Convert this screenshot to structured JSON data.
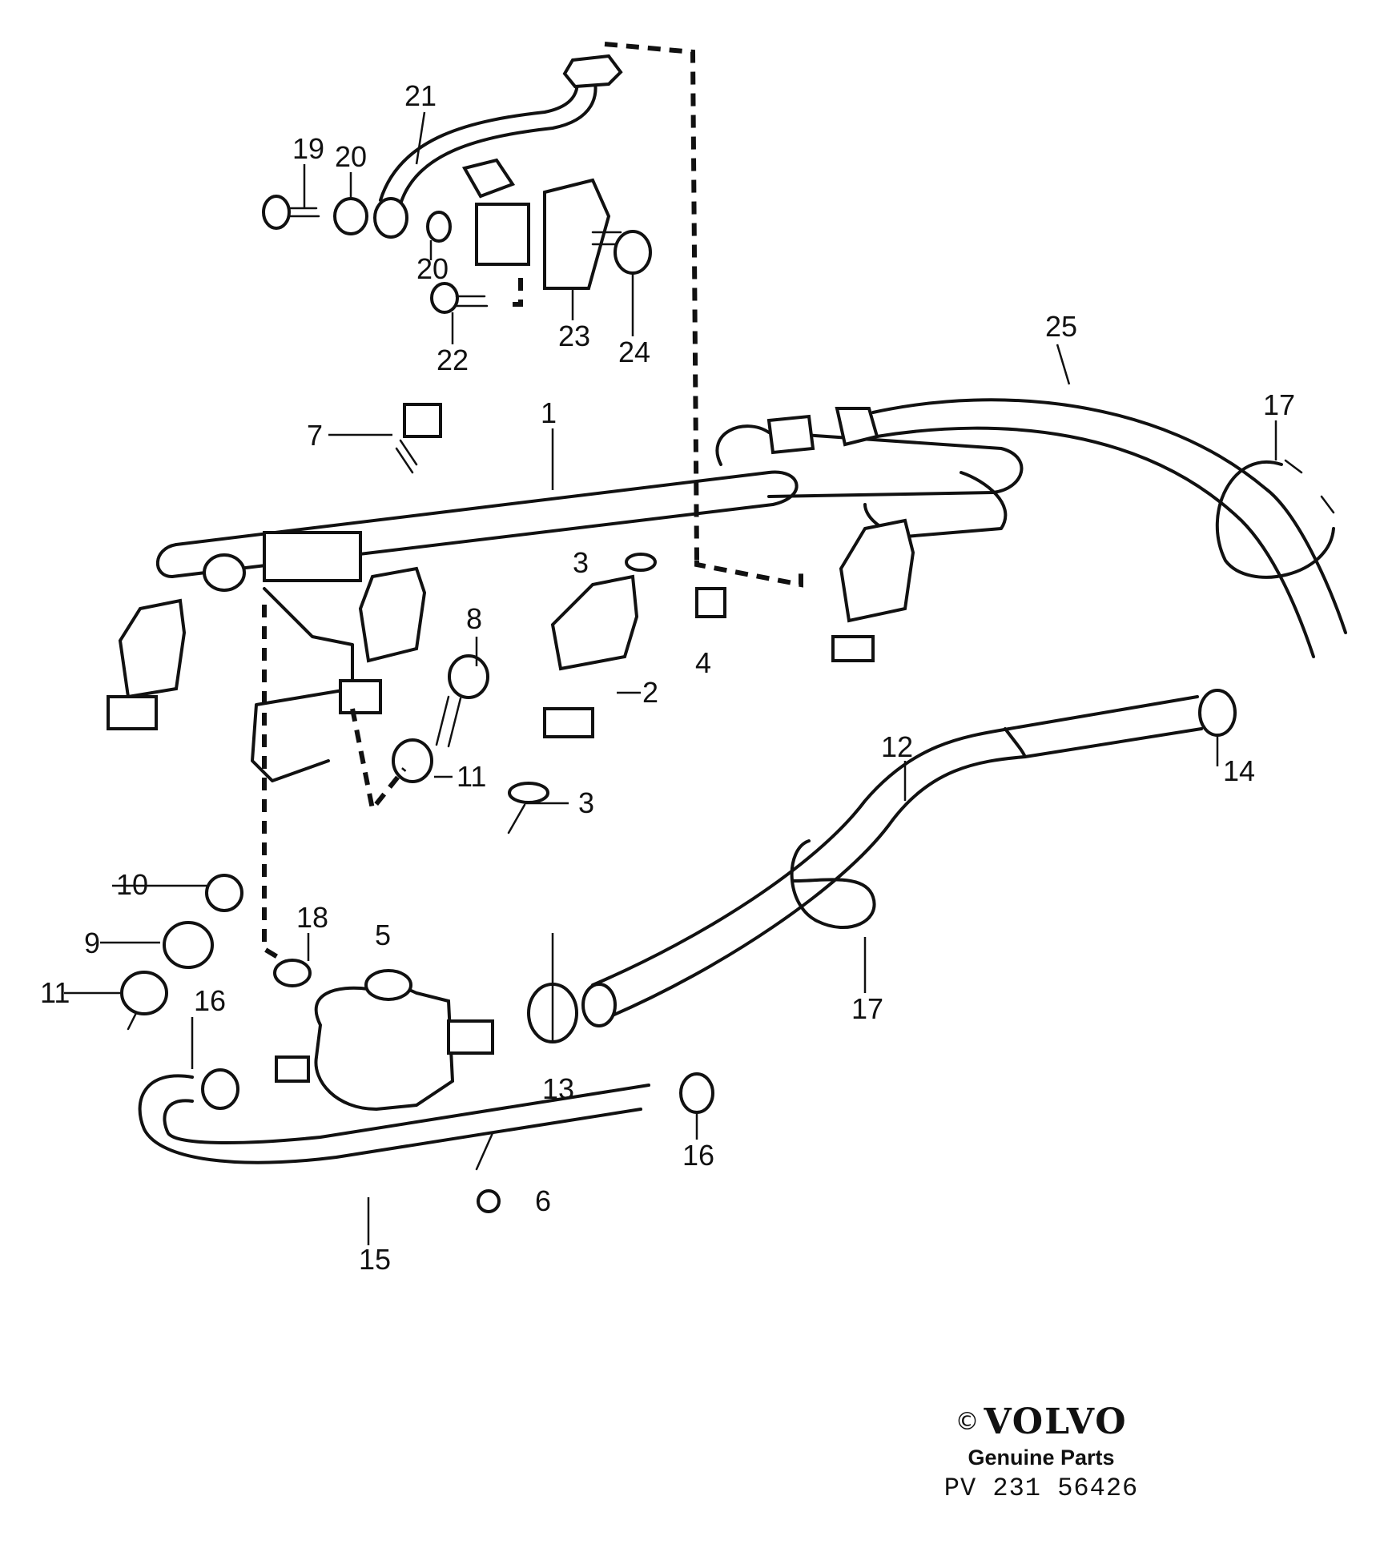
{
  "diagram": {
    "callouts": [
      "1",
      "2",
      "3",
      "3",
      "4",
      "5",
      "6",
      "7",
      "8",
      "9",
      "10",
      "11",
      "11",
      "12",
      "13",
      "14",
      "15",
      "16",
      "16",
      "17",
      "17",
      "18",
      "19",
      "20",
      "20",
      "21",
      "22",
      "23",
      "24",
      "25"
    ]
  },
  "footer": {
    "copyright": "©",
    "brand": "VOLVO",
    "tagline": "Genuine Parts",
    "code": "PV 231 56426"
  }
}
